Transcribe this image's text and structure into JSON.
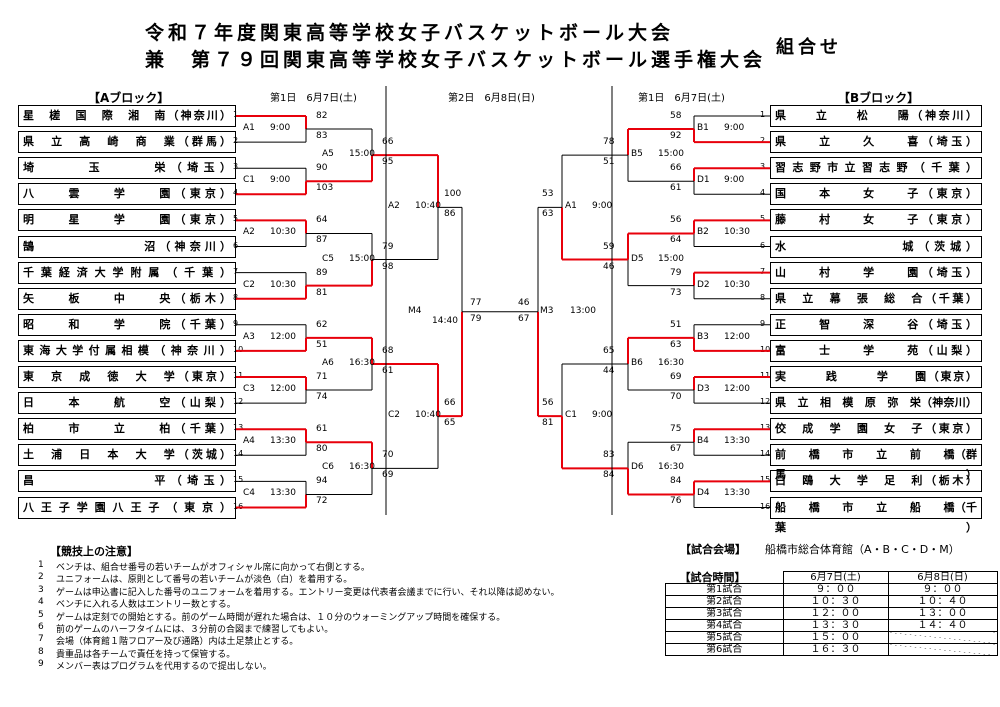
{
  "title_line1": "令和７年度関東高等学校女子バスケットボール大会",
  "title_line2": "兼　第７９回関東高等学校女子バスケットボール選手権大会",
  "kumiawase": "組合せ",
  "block_a_label": "【Aブロック】",
  "block_b_label": "【Bブロック】",
  "day1_label_left": "第1日　6月7日(土)",
  "day2_label": "第2日　6月8日(日)",
  "day1_label_right": "第1日　6月7日(土)",
  "teams_a": [
    {
      "no": "1",
      "name": "星　槎　国　際　湘　南（神奈川）"
    },
    {
      "no": "2",
      "name": "県　立　高　崎　商　業（群馬）"
    },
    {
      "no": "3",
      "name": "埼　　　玉　　　栄（埼玉）"
    },
    {
      "no": "4",
      "name": "八　　雲　　学　　園（東京）"
    },
    {
      "no": "5",
      "name": "明　　星　　学　　園（東京）"
    },
    {
      "no": "6",
      "name": "鵠　　　　　　　沼（神奈川）"
    },
    {
      "no": "7",
      "name": "千葉経済大学附属（千葉）"
    },
    {
      "no": "8",
      "name": "矢　　板　　中　　央（栃木）"
    },
    {
      "no": "9",
      "name": "昭　　和　　学　　院（千葉）"
    },
    {
      "no": "10",
      "name": "東海大学付属相模（神奈川）"
    },
    {
      "no": "11",
      "name": "東　京　成　徳　大　学（東京）"
    },
    {
      "no": "12",
      "name": "日　　本　　航　　空（山梨）"
    },
    {
      "no": "13",
      "name": "柏　　市　　立　　柏（千葉）"
    },
    {
      "no": "14",
      "name": "土　浦　日　本　大　学（茨城）"
    },
    {
      "no": "15",
      "name": "昌　　　　　　　平（埼玉）"
    },
    {
      "no": "16",
      "name": "八王子学園八王子（東京）"
    }
  ],
  "teams_b": [
    {
      "no": "1",
      "name": "県　　立　　松　　陽（神奈川）"
    },
    {
      "no": "2",
      "name": "県　　立　　久　　喜（埼玉）"
    },
    {
      "no": "3",
      "name": "習志野市立習志野（千葉）"
    },
    {
      "no": "4",
      "name": "国　　本　　女　　子（東京）"
    },
    {
      "no": "5",
      "name": "藤　　村　　女　　子（東京）"
    },
    {
      "no": "6",
      "name": "水　　　　　　　城（茨城）"
    },
    {
      "no": "7",
      "name": "山　　村　　学　　園（埼玉）"
    },
    {
      "no": "8",
      "name": "県　立　幕　張　総　合（千葉）"
    },
    {
      "no": "9",
      "name": "正　　智　　深　　谷（埼玉）"
    },
    {
      "no": "10",
      "name": "富　　士　　学　　苑（山梨）"
    },
    {
      "no": "11",
      "name": "実　　　践　　　学　　園（東京）"
    },
    {
      "no": "12",
      "name": "県　立　相　模　原　弥　栄（神奈川）"
    },
    {
      "no": "13",
      "name": "佼　成　学　園　女　子（東京）"
    },
    {
      "no": "14",
      "name": "前　　橋　　市　　立　　前　　橋（群馬）"
    },
    {
      "no": "15",
      "name": "白　鴎　大　学　足　利（栃木）"
    },
    {
      "no": "16",
      "name": "船　　橋　　市　　立　　船　　橋（千葉）"
    }
  ],
  "games_left": [
    {
      "id": "A1",
      "time": "9:00"
    },
    {
      "id": "C1",
      "time": "9:00"
    },
    {
      "id": "A2",
      "time": "10:30"
    },
    {
      "id": "C2",
      "time": "10:30"
    },
    {
      "id": "A3",
      "time": "12:00"
    },
    {
      "id": "C3",
      "time": "12:00"
    },
    {
      "id": "A4",
      "time": "13:30"
    },
    {
      "id": "C4",
      "time": "13:30"
    },
    {
      "id": "A5",
      "time": "15:00"
    },
    {
      "id": "C5",
      "time": "15:00"
    },
    {
      "id": "A6",
      "time": "16:30"
    },
    {
      "id": "C6",
      "time": "16:30"
    }
  ],
  "games_right": [
    {
      "id": "B1",
      "time": "9:00"
    },
    {
      "id": "D1",
      "time": "9:00"
    },
    {
      "id": "B2",
      "time": "10:30"
    },
    {
      "id": "D2",
      "time": "10:30"
    },
    {
      "id": "B3",
      "time": "12:00"
    },
    {
      "id": "D3",
      "time": "12:00"
    },
    {
      "id": "B4",
      "time": "13:30"
    },
    {
      "id": "D4",
      "time": "13:30"
    },
    {
      "id": "B5",
      "time": "15:00"
    },
    {
      "id": "D5",
      "time": "15:00"
    },
    {
      "id": "B6",
      "time": "16:30"
    },
    {
      "id": "D6",
      "time": "16:30"
    }
  ],
  "games_center": [
    {
      "id": "A2",
      "time": "10:40"
    },
    {
      "id": "C2",
      "time": "10:40"
    },
    {
      "id": "A1",
      "time": "9:00"
    },
    {
      "id": "C1",
      "time": "9:00"
    },
    {
      "id": "M4",
      "time": "14:40"
    },
    {
      "id": "M3",
      "time": "13:00"
    }
  ],
  "scores_left_r1": [
    "82",
    "83",
    "90",
    "103",
    "64",
    "87",
    "89",
    "81",
    "62",
    "51",
    "71",
    "74",
    "61",
    "80",
    "94",
    "72"
  ],
  "scores_left_r2": [
    "66",
    "95",
    "79",
    "98",
    "68",
    "61",
    "70",
    "69"
  ],
  "scores_left_r3": [
    "100",
    "86",
    "66",
    "65"
  ],
  "scores_left_final": [
    "77",
    "79"
  ],
  "scores_right_r1": [
    "58",
    "92",
    "66",
    "61",
    "56",
    "64",
    "79",
    "73",
    "51",
    "63",
    "69",
    "70",
    "75",
    "67",
    "84",
    "76"
  ],
  "scores_right_r2": [
    "78",
    "51",
    "59",
    "46",
    "65",
    "44",
    "83",
    "84"
  ],
  "scores_right_r3": [
    "53",
    "63",
    "56",
    "81"
  ],
  "scores_right_final": [
    "46",
    "67"
  ],
  "notes_heading": "【競技上の注意】",
  "notes": [
    {
      "no": "1",
      "text": "ベンチは、組合せ番号の若いチームがオフィシャル席に向かって右側とする。"
    },
    {
      "no": "2",
      "text": "ユニフォームは、原則として番号の若いチームが淡色（白）を着用する。"
    },
    {
      "no": "3",
      "text": "ゲームは申込書に記入した番号のユニフォームを着用する。エントリー変更は代表者会議までに行い、それ以降は認めない。"
    },
    {
      "no": "4",
      "text": "ベンチに入れる人数はエントリー数とする。"
    },
    {
      "no": "5",
      "text": "ゲームは定刻での開始とする。前のゲーム時間が遅れた場合は、１０分のウォーミングアップ時間を確保する。"
    },
    {
      "no": "6",
      "text": "前のゲームのハーフタイムには、３分前の合図まで練習してもよい。"
    },
    {
      "no": "7",
      "text": "会場（体育館１階フロアー及び通路）内は土足禁止とする。"
    },
    {
      "no": "8",
      "text": "貴重品は各チームで責任を持って保管する。"
    },
    {
      "no": "9",
      "text": "メンバー表はプログラムを代用するので提出しない。"
    }
  ],
  "venue_heading": "【試合会場】",
  "venue": "船橋市総合体育館（A・B・C・D・M）",
  "schedule_heading": "【試合時間】",
  "schedule_day1": "6月7日(土)",
  "schedule_day2": "6月8日(日)",
  "schedule_rows": [
    {
      "label": "第1試合",
      "d1": "９：００",
      "d2": "９：００"
    },
    {
      "label": "第2試合",
      "d1": "１０：３０",
      "d2": "１０：４０"
    },
    {
      "label": "第3試合",
      "d1": "１２：００",
      "d2": "１３：００"
    },
    {
      "label": "第4試合",
      "d1": "１３：３０",
      "d2": "１４：４０"
    },
    {
      "label": "第5試合",
      "d1": "１５：００",
      "d2": ""
    },
    {
      "label": "第6試合",
      "d1": "１６：３０",
      "d2": ""
    }
  ]
}
